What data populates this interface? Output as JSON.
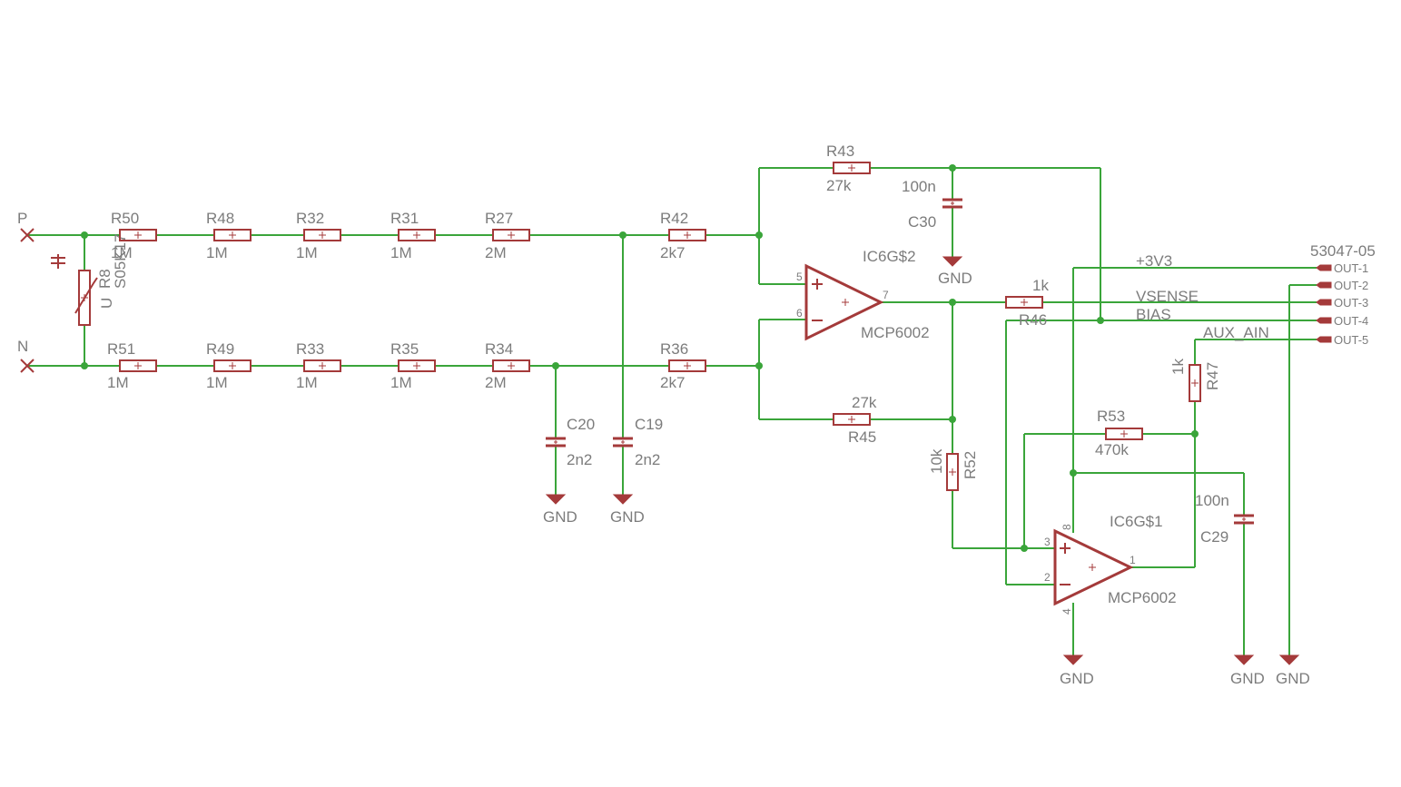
{
  "colors": {
    "wire": "#3aa53a",
    "component": "#a43a3a",
    "text": "#7c7c7c",
    "background": "#ffffff"
  },
  "inputs": {
    "p_label": "P",
    "n_label": "N"
  },
  "varistor": {
    "name": "R8",
    "value": "S05K17",
    "symbol": "U"
  },
  "resistors": {
    "r50": {
      "name": "R50",
      "value": "1M"
    },
    "r48": {
      "name": "R48",
      "value": "1M"
    },
    "r32": {
      "name": "R32",
      "value": "1M"
    },
    "r31": {
      "name": "R31",
      "value": "1M"
    },
    "r27": {
      "name": "R27",
      "value": "2M"
    },
    "r42": {
      "name": "R42",
      "value": "2k7"
    },
    "r51": {
      "name": "R51",
      "value": "1M"
    },
    "r49": {
      "name": "R49",
      "value": "1M"
    },
    "r33": {
      "name": "R33",
      "value": "1M"
    },
    "r35": {
      "name": "R35",
      "value": "1M"
    },
    "r34": {
      "name": "R34",
      "value": "2M"
    },
    "r36": {
      "name": "R36",
      "value": "2k7"
    },
    "r43": {
      "name": "R43",
      "value": "27k"
    },
    "r45": {
      "name": "R45",
      "value": "27k"
    },
    "r46": {
      "name": "R46",
      "value": "1k"
    },
    "r52": {
      "name": "R52",
      "value": "10k"
    },
    "r53": {
      "name": "R53",
      "value": "470k"
    },
    "r47": {
      "name": "R47",
      "value": "1k"
    }
  },
  "capacitors": {
    "c20": {
      "name": "C20",
      "value": "2n2"
    },
    "c19": {
      "name": "C19",
      "value": "2n2"
    },
    "c30": {
      "name": "C30",
      "value": "100n"
    },
    "c29": {
      "name": "C29",
      "value": "100n"
    }
  },
  "opamps": {
    "ic6g2": {
      "name": "IC6G$2",
      "part": "MCP6002",
      "pin_plus": "5",
      "pin_minus": "6",
      "pin_out": "7"
    },
    "ic6g1": {
      "name": "IC6G$1",
      "part": "MCP6002",
      "pin_plus": "3",
      "pin_minus": "2",
      "pin_out": "1",
      "pin_vdd": "8",
      "pin_vss": "4"
    }
  },
  "ground_label": "GND",
  "nets": {
    "supply": "+3V3",
    "vsense": "VSENSE",
    "bias": "BIAS",
    "aux": "AUX_AIN"
  },
  "connector": {
    "name": "53047-05",
    "pins": [
      "OUT-1",
      "OUT-2",
      "OUT-3",
      "OUT-4",
      "OUT-5"
    ]
  }
}
